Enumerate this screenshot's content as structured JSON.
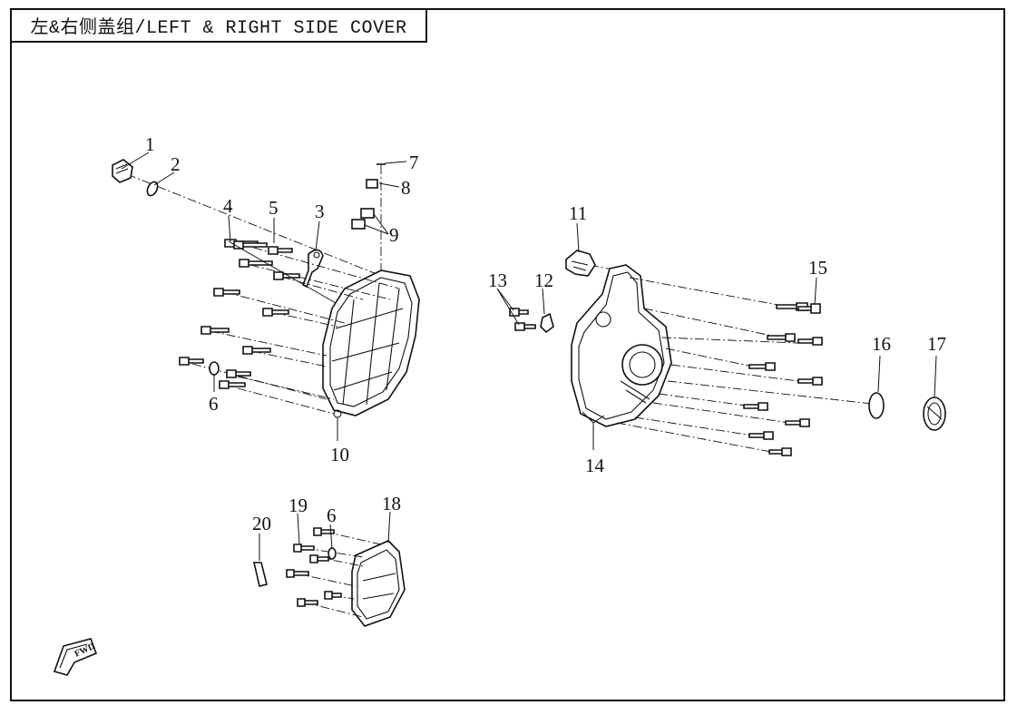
{
  "title": "左&右侧盖组/LEFT & RIGHT SIDE COVER",
  "callouts": [
    "1",
    "2",
    "3",
    "4",
    "5",
    "6",
    "7",
    "8",
    "9",
    "10",
    "11",
    "12",
    "13",
    "14",
    "15",
    "16",
    "17",
    "18",
    "19",
    "20",
    "6"
  ],
  "direction_badge": "FWD",
  "colors": {
    "line": "#111111",
    "background": "#ffffff"
  }
}
